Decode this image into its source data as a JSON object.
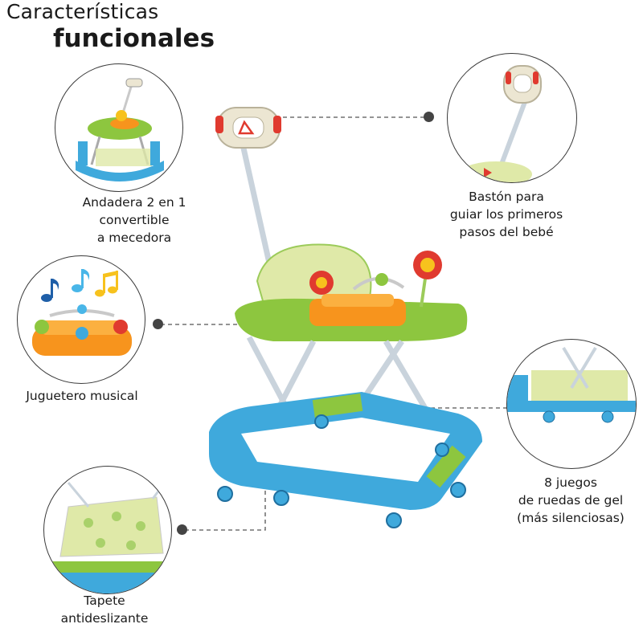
{
  "header": {
    "title_line1": "Características",
    "title_line2": "funcionales"
  },
  "features": {
    "convertible": "Andadera 2 en 1\nconvertible\na mecedora",
    "handle": "Bastón para\nguiar los primeros\npasos del bebé",
    "toys": "Juguetero musical",
    "wheels": "8 juegos\nde ruedas de gel\n(más silenciosas)",
    "mat": "Tapete\nantideslizante"
  },
  "colors": {
    "blue": "#3fa9dc",
    "green": "#8dc63f",
    "orange": "#f7941d",
    "red": "#e03a2f",
    "cream": "#ece6d2",
    "leader": "#555555"
  }
}
